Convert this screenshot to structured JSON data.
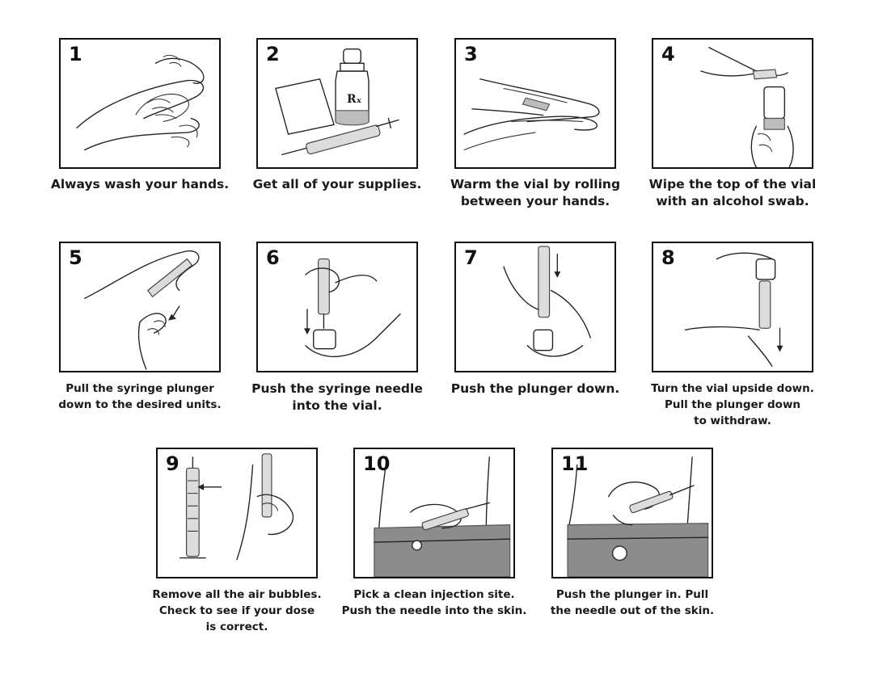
{
  "steps": [
    {
      "number": "1",
      "caption": [
        "Always wash your hands."
      ]
    },
    {
      "number": "2",
      "caption": [
        "Get all of your supplies."
      ],
      "vial_label": "Rₓ"
    },
    {
      "number": "3",
      "caption": [
        "Warm the vial by rolling",
        "between your hands."
      ]
    },
    {
      "number": "4",
      "caption": [
        "Wipe the top of the vial",
        "with an alcohol swab."
      ]
    },
    {
      "number": "5",
      "caption": [
        "Pull the syringe plunger",
        "down to the desired units."
      ]
    },
    {
      "number": "6",
      "caption": [
        "Push the syringe needle",
        "into the vial."
      ]
    },
    {
      "number": "7",
      "caption": [
        "Push the plunger down."
      ]
    },
    {
      "number": "8",
      "caption": [
        "Turn the vial upside down.",
        "Pull the plunger down",
        "to withdraw."
      ]
    },
    {
      "number": "9",
      "caption": [
        "Remove all the air bubbles.",
        "Check to see if your dose",
        "is correct."
      ]
    },
    {
      "number": "10",
      "caption": [
        "Pick a clean injection site.",
        "Push the needle into the skin."
      ]
    },
    {
      "number": "11",
      "caption": [
        "Push the plunger in. Pull",
        "the needle out of the skin."
      ]
    }
  ]
}
